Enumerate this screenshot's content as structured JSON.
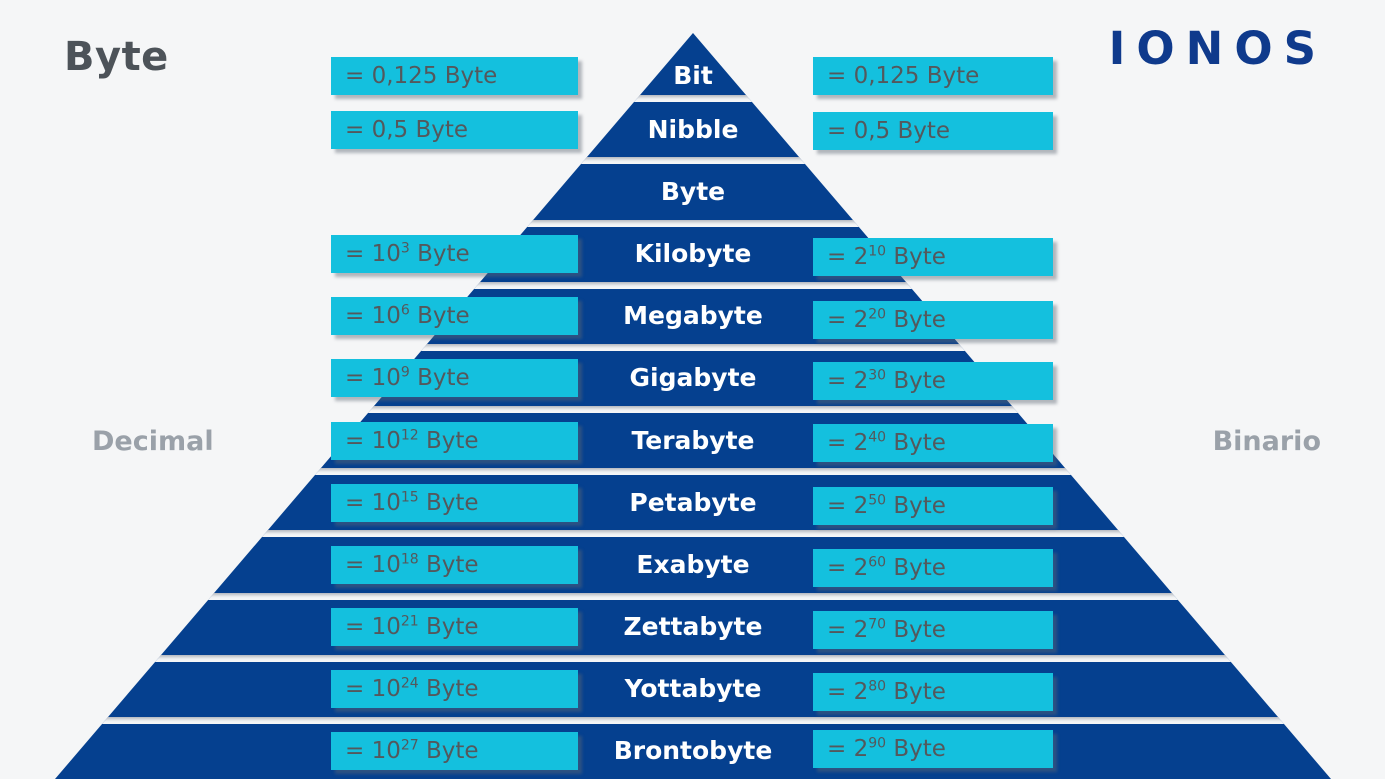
{
  "header": {
    "title": "Byte",
    "logo": "IONOS"
  },
  "side_labels": {
    "left": "Decimal",
    "right": "Binario"
  },
  "colors": {
    "background": "#f5f6f7",
    "pyramid_blue": "#05408f",
    "logo_blue": "#0f3a8c",
    "box_cyan": "#14c0de",
    "box_text_gray": "#54585c",
    "side_label_gray": "#9aa1a9",
    "title_gray": "#4d5359",
    "layer_label_white": "#ffffff"
  },
  "pyramid": {
    "layers": [
      {
        "label": "Bit",
        "decimal": {
          "prefix": "= 0,125 Byte",
          "sup": "",
          "suffix": ""
        },
        "binary": {
          "prefix": "= 0,125 Byte",
          "sup": "",
          "suffix": ""
        }
      },
      {
        "label": "Nibble",
        "decimal": {
          "prefix": "= 0,5 Byte",
          "sup": "",
          "suffix": ""
        },
        "binary": {
          "prefix": "= 0,5 Byte",
          "sup": "",
          "suffix": ""
        }
      },
      {
        "label": "Byte",
        "decimal": null,
        "binary": null
      },
      {
        "label": "Kilobyte",
        "decimal": {
          "prefix": "= 10",
          "sup": "3",
          "suffix": " Byte"
        },
        "binary": {
          "prefix": "= 2",
          "sup": "10",
          "suffix": " Byte"
        }
      },
      {
        "label": "Megabyte",
        "decimal": {
          "prefix": "= 10",
          "sup": "6",
          "suffix": " Byte"
        },
        "binary": {
          "prefix": "= 2",
          "sup": "20",
          "suffix": " Byte"
        }
      },
      {
        "label": "Gigabyte",
        "decimal": {
          "prefix": "= 10",
          "sup": "9",
          "suffix": " Byte"
        },
        "binary": {
          "prefix": "= 2",
          "sup": "30",
          "suffix": " Byte"
        }
      },
      {
        "label": "Terabyte",
        "decimal": {
          "prefix": "= 10",
          "sup": "12",
          "suffix": " Byte"
        },
        "binary": {
          "prefix": "= 2",
          "sup": "40",
          "suffix": " Byte"
        }
      },
      {
        "label": "Petabyte",
        "decimal": {
          "prefix": "= 10",
          "sup": "15",
          "suffix": " Byte"
        },
        "binary": {
          "prefix": "= 2",
          "sup": "50",
          "suffix": " Byte"
        }
      },
      {
        "label": "Exabyte",
        "decimal": {
          "prefix": "= 10",
          "sup": "18",
          "suffix": " Byte"
        },
        "binary": {
          "prefix": "= 2",
          "sup": "60",
          "suffix": " Byte"
        }
      },
      {
        "label": "Zettabyte",
        "decimal": {
          "prefix": "= 10",
          "sup": "21",
          "suffix": " Byte"
        },
        "binary": {
          "prefix": "= 2",
          "sup": "70",
          "suffix": " Byte"
        }
      },
      {
        "label": "Yottabyte",
        "decimal": {
          "prefix": "= 10",
          "sup": "24",
          "suffix": " Byte"
        },
        "binary": {
          "prefix": "= 2",
          "sup": "80",
          "suffix": " Byte"
        }
      },
      {
        "label": "Brontobyte",
        "decimal": {
          "prefix": "= 10",
          "sup": "27",
          "suffix": " Byte"
        },
        "binary": {
          "prefix": "= 2",
          "sup": "90",
          "suffix": " Byte"
        }
      }
    ]
  }
}
